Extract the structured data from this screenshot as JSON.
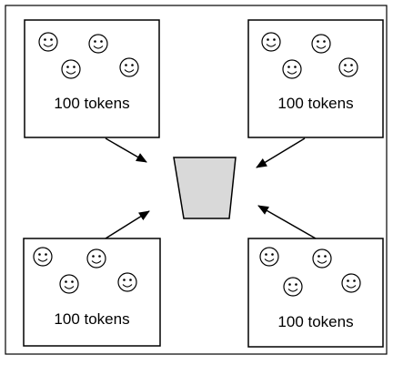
{
  "groups": [
    {
      "position": "top-left",
      "label": "100 tokens",
      "members": 4
    },
    {
      "position": "top-right",
      "label": "100 tokens",
      "members": 4
    },
    {
      "position": "bottom-left",
      "label": "100 tokens",
      "members": 4
    },
    {
      "position": "bottom-right",
      "label": "100 tokens",
      "members": 4
    }
  ],
  "pot": {
    "icon": "pot-icon",
    "fill": "#d9d9d9"
  },
  "member_icon": "smiley-face-icon",
  "colors": {
    "stroke": "#000000",
    "background": "#ffffff",
    "pot_fill": "#d9d9d9"
  }
}
